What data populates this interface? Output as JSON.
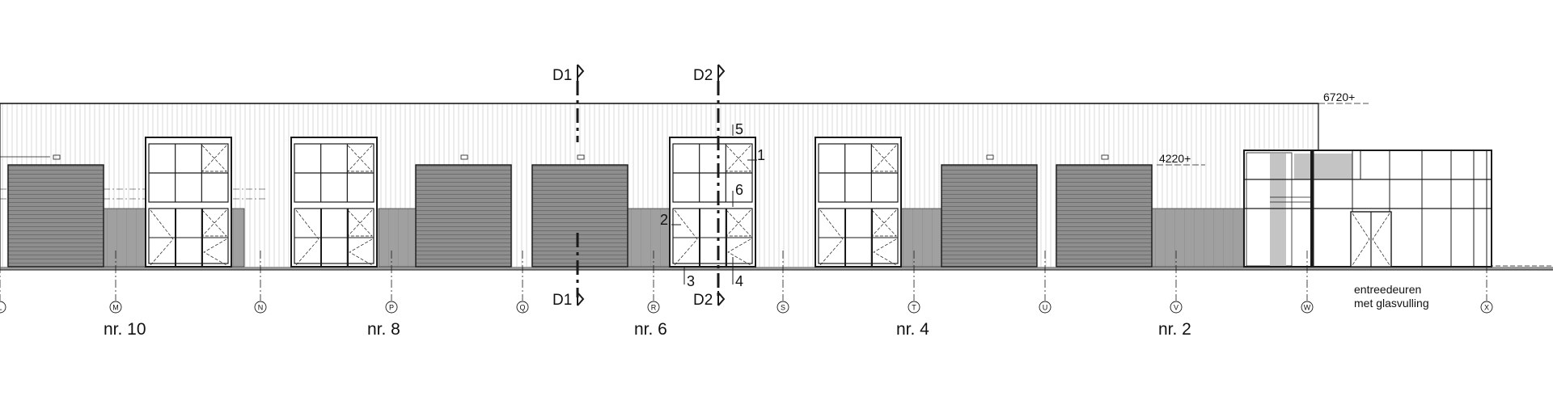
{
  "drawing": {
    "level_top": "6720+",
    "level_mid": "4220+",
    "note_line1": "entreedeuren",
    "note_line2": "met glasvulling"
  },
  "sections": [
    {
      "label": "D1"
    },
    {
      "label": "D2"
    }
  ],
  "callouts": [
    "1",
    "2",
    "3",
    "4",
    "5",
    "6"
  ],
  "grid_axes": [
    "L",
    "M",
    "N",
    "P",
    "Q",
    "R",
    "S",
    "T",
    "U",
    "V",
    "W",
    "X"
  ],
  "units": [
    "nr. 10",
    "nr. 8",
    "nr. 6",
    "nr. 4",
    "nr. 2"
  ],
  "colors": {
    "line": "#1a1a1a",
    "panel_gray": "#9c9c9c",
    "shutter_gray": "#8d8d8d",
    "light_gray": "#bdbdbd",
    "cladding_line": "#c8c8c8"
  }
}
